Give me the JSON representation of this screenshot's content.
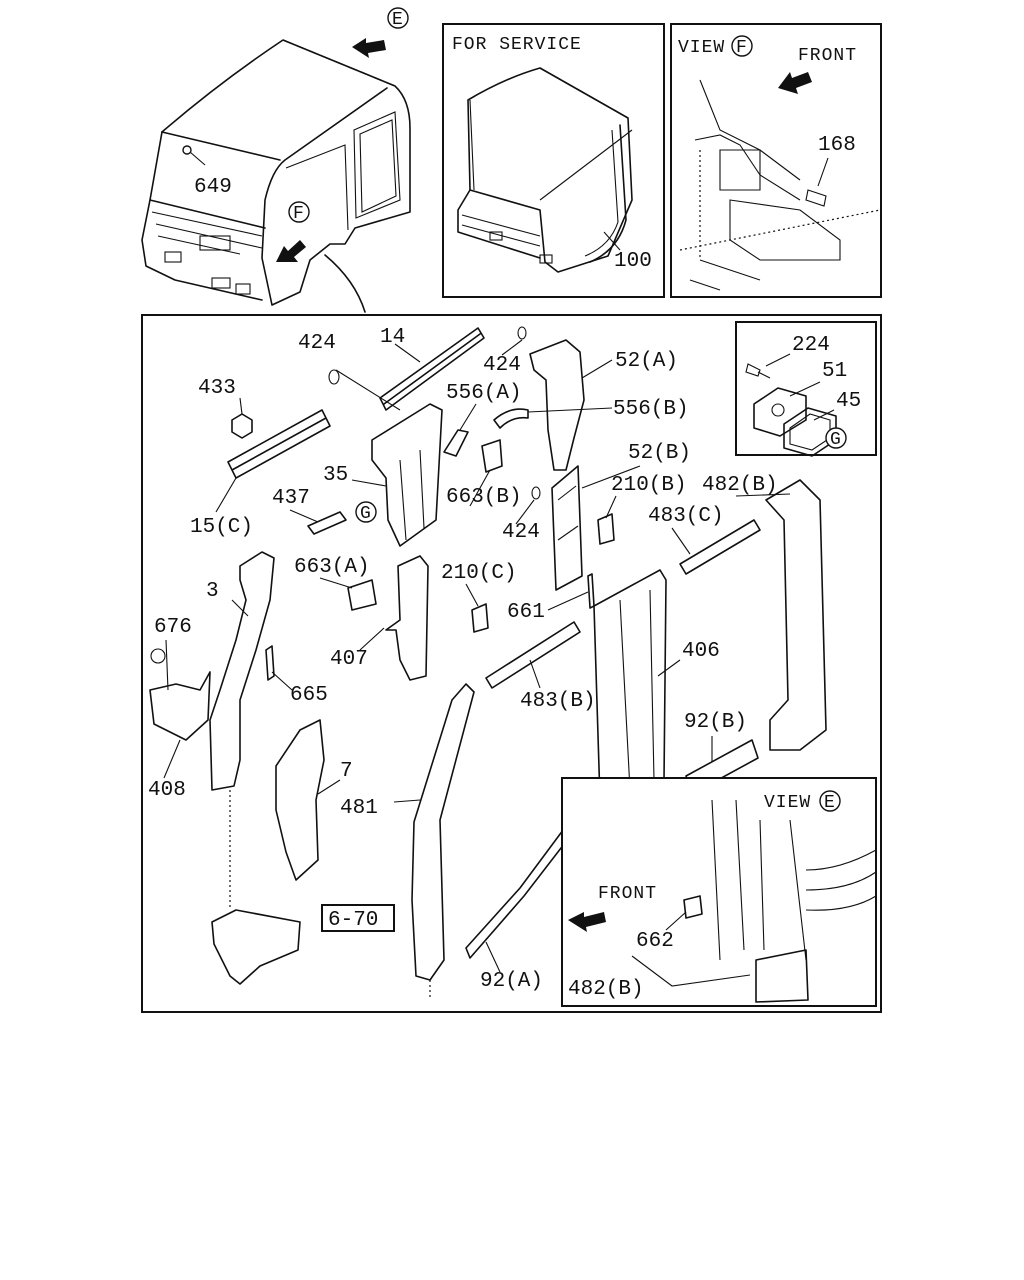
{
  "panels": {
    "for_service": {
      "title": "FOR SERVICE",
      "part": "100"
    },
    "view_f": {
      "view_label": "VIEW",
      "view_letter": "F",
      "front_label": "FRONT",
      "part": "168"
    },
    "view_e": {
      "view_label": "VIEW",
      "view_letter": "E",
      "front_label": "FRONT",
      "parts": [
        "662",
        "482(B)"
      ]
    },
    "inset_g": {
      "parts": [
        "224",
        "51",
        "45"
      ],
      "letter": "G"
    }
  },
  "cab_overview": {
    "markers": [
      "E",
      "F"
    ],
    "part": "649"
  },
  "main_parts": [
    "424",
    "14",
    "424",
    "52(A)",
    "433",
    "556(A)",
    "556(B)",
    "52(B)",
    "35",
    "663(B)",
    "437",
    "210(B)",
    "482(B)",
    "15(C)",
    "424",
    "483(C)",
    "663(A)",
    "210(C)",
    "3",
    "661",
    "676",
    "406",
    "407",
    "665",
    "483(B)",
    "92(B)",
    "7",
    "408",
    "481",
    "92(A)"
  ],
  "reference_box": "6-70",
  "marker_g": "G"
}
